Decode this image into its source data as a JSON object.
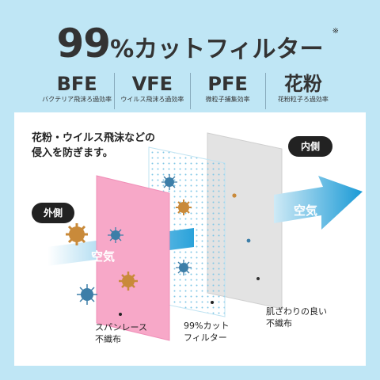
{
  "headline": {
    "number": "99",
    "percent": "%",
    "text": "カットフィルター",
    "mark": "※"
  },
  "stats": [
    {
      "name": "BFE",
      "desc": "バクテリア飛沫ろ過効率"
    },
    {
      "name": "VFE",
      "desc": "ウイルス飛沫ろ過効率"
    },
    {
      "name": "PFE",
      "desc": "微粒子捕集効率"
    },
    {
      "name": "花粉",
      "desc": "花粉粒子ろ過効率"
    }
  ],
  "intro": {
    "line1": "花粉・ウイルス飛沫などの",
    "line2": "侵入を防ぎます。"
  },
  "outside": "外側",
  "inside": "内側",
  "air_left": "空気",
  "air_right": "空気",
  "layers": {
    "spunlace": {
      "line1": "スパンレース",
      "line2": "不織布"
    },
    "filter": {
      "line1": "99%カット",
      "line2": "フィルター"
    },
    "skin": {
      "line1": "肌ざわりの良い",
      "line2": "不織布"
    }
  },
  "colors": {
    "background": "#bfe6f5",
    "pink": "#f7a8c8",
    "arrow": "#1a9ad6",
    "virus": "#3d7ea8",
    "pollen": "#c98a3a"
  }
}
